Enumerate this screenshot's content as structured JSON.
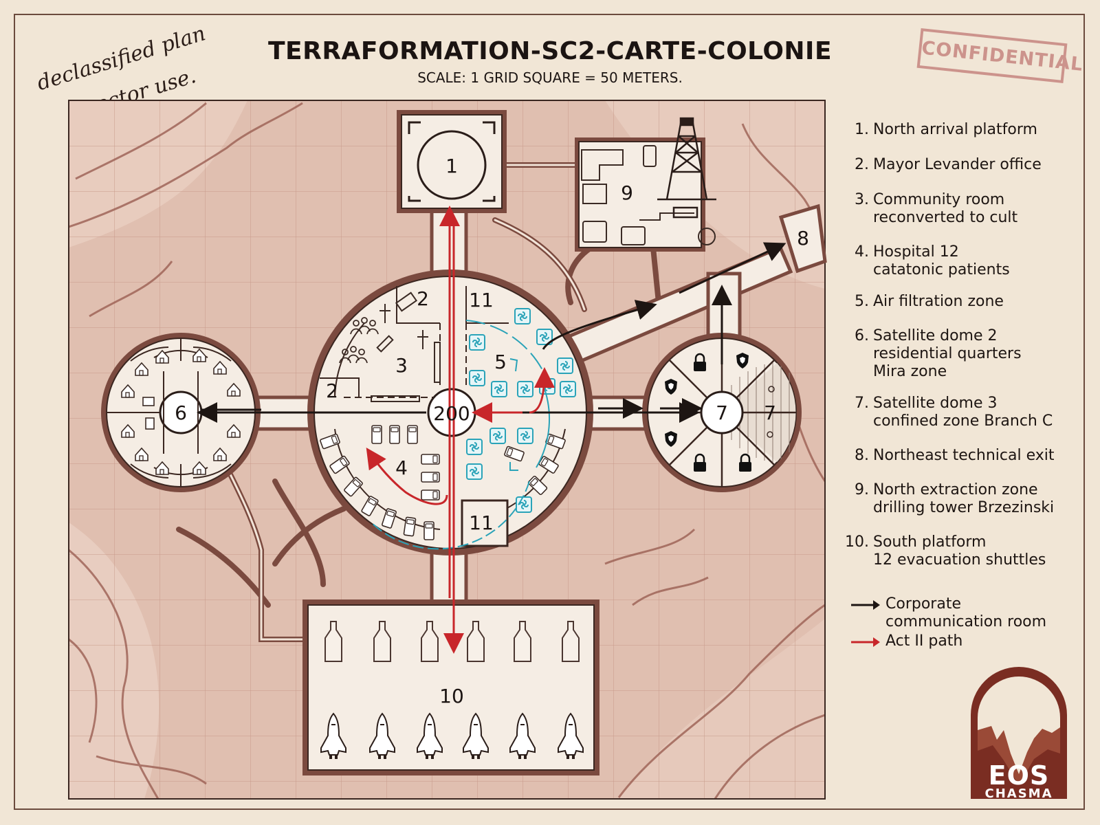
{
  "map": {
    "title": "TERRAFORMATION-SC2-CARTE-COLONIE",
    "subtitle": "SCALE: 1 GRID SQUARE = 50 METERS.",
    "note_line1": "declassified plan",
    "note_line2": "director use.",
    "stamp": "CONFIDENTIAL",
    "hub_label": "200",
    "zone_labels": {
      "z1": "1",
      "z2a": "2",
      "z2b": "2",
      "z3": "3",
      "z4": "4",
      "z5": "5",
      "z6": "6",
      "z7a": "7",
      "z7b": "7",
      "z8": "8",
      "z9": "9",
      "z10": "10",
      "z11a": "11",
      "z11b": "11"
    }
  },
  "legend": [
    {
      "num": "1.",
      "lines": [
        "North arrival platform"
      ]
    },
    {
      "num": "2.",
      "lines": [
        "Mayor Levander office"
      ]
    },
    {
      "num": "3.",
      "lines": [
        "Community room",
        "reconverted to cult"
      ]
    },
    {
      "num": "4.",
      "lines": [
        "Hospital 12",
        "catatonic patients"
      ]
    },
    {
      "num": "5.",
      "lines": [
        "Air filtration zone"
      ]
    },
    {
      "num": "6.",
      "lines": [
        "Satellite dome 2",
        "residential quarters",
        "Mira zone"
      ]
    },
    {
      "num": "7.",
      "lines": [
        "Satellite dome 3",
        "confined zone Branch C"
      ]
    },
    {
      "num": "8.",
      "lines": [
        "Northeast technical exit"
      ]
    },
    {
      "num": "9.",
      "lines": [
        "North extraction zone",
        "drilling tower Brzezinski"
      ]
    },
    {
      "num": "10.",
      "lines": [
        "South platform",
        "12 evacuation shuttles"
      ]
    }
  ],
  "key": {
    "black_line1": "Corporate",
    "black_line2": "communication room",
    "red": "Act II path"
  },
  "logo": {
    "line1": "EOS",
    "line2": "CHASMA"
  },
  "colors": {
    "paper": "#f1e6d6",
    "terrain": "#e0bfb0",
    "structure_fill": "#f5ede4",
    "ink": "#1d1512",
    "wall": "#7b4a3f",
    "path_red": "#c8262a",
    "vent_blue": "#2aa3b8",
    "logo_brown": "#7a2d22"
  }
}
